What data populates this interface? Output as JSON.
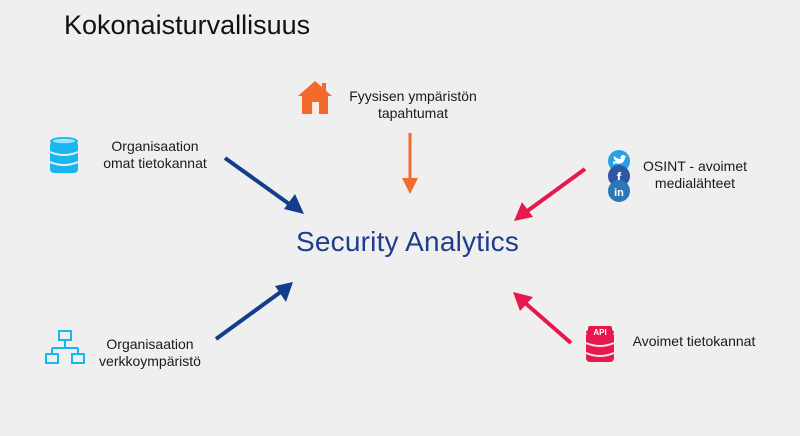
{
  "title": "Kokonaisturvallisuus",
  "center": "Security Analytics",
  "colors": {
    "blue": "#123e8c",
    "pink": "#e8184f",
    "orange": "#f26a2c",
    "cyan": "#17b6ef",
    "red": "#e8184f",
    "linkedin": "#2b78b8",
    "facebook": "#2f55a5",
    "twitter": "#27a1e4"
  },
  "nodes": {
    "db": {
      "line1": "Organisaation",
      "line2": "omat tietokannat",
      "icon": "database-icon"
    },
    "network": {
      "line1": "Organisaation",
      "line2": "verkkoympäristö",
      "icon": "network-icon"
    },
    "physical": {
      "line1": "Fyysisen ympäristön",
      "line2": "tapahtumat",
      "icon": "house-icon"
    },
    "osint": {
      "line1": "OSINT - avoimet",
      "line2": "medialähteet",
      "icon": "social-media-icons"
    },
    "open_db": {
      "label": "Avoimet tietokannat",
      "icon": "api-database-icon",
      "badge": "API"
    }
  }
}
